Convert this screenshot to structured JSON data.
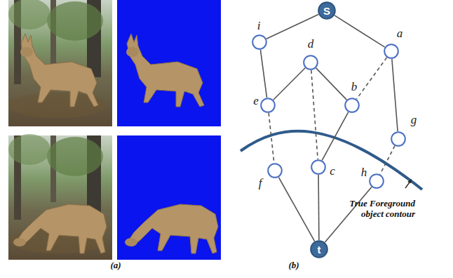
{
  "diagram": {
    "nodes": [
      {
        "text": [
          "S"
        ]
      },
      {
        "text": [
          "i"
        ]
      },
      {
        "text": [
          "d"
        ]
      },
      {
        "text": [
          "a"
        ]
      },
      {
        "text": [
          "e"
        ]
      },
      {
        "text": [
          "b"
        ]
      },
      {
        "text": [
          "g"
        ]
      },
      {
        "text": [
          "f"
        ]
      },
      {
        "text": [
          "c"
        ]
      },
      {
        "text": [
          "h"
        ]
      },
      {
        "text": [
          "t"
        ]
      }
    ],
    "edges": [
      {
        "from": 0,
        "to": 1,
        "arrow": "none"
      },
      {
        "from": 0,
        "to": 3,
        "arrow": "none"
      },
      {
        "from": 1,
        "to": 4,
        "arrow": "none"
      },
      {
        "from": 2,
        "to": 4,
        "arrow": "none"
      },
      {
        "from": 2,
        "to": 5,
        "arrow": "none"
      },
      {
        "from": 2,
        "to": 8,
        "arrow": "none"
      },
      {
        "from": 3,
        "to": 5,
        "arrow": "none"
      },
      {
        "from": 3,
        "to": 6,
        "arrow": "none"
      },
      {
        "from": 4,
        "to": 7,
        "arrow": "none"
      },
      {
        "from": 5,
        "to": 8,
        "arrow": "none"
      },
      {
        "from": 8,
        "to": 10,
        "arrow": "none"
      },
      {
        "from": 7,
        "to": 10,
        "arrow": "none"
      },
      {
        "from": 9,
        "to": 10,
        "arrow": "none"
      },
      {
        "from": 6,
        "to": 9,
        "arrow": "none"
      }
    ],
    "labels": [
      "True Foreground object contour",
      "(a)",
      "(b)"
    ]
  }
}
